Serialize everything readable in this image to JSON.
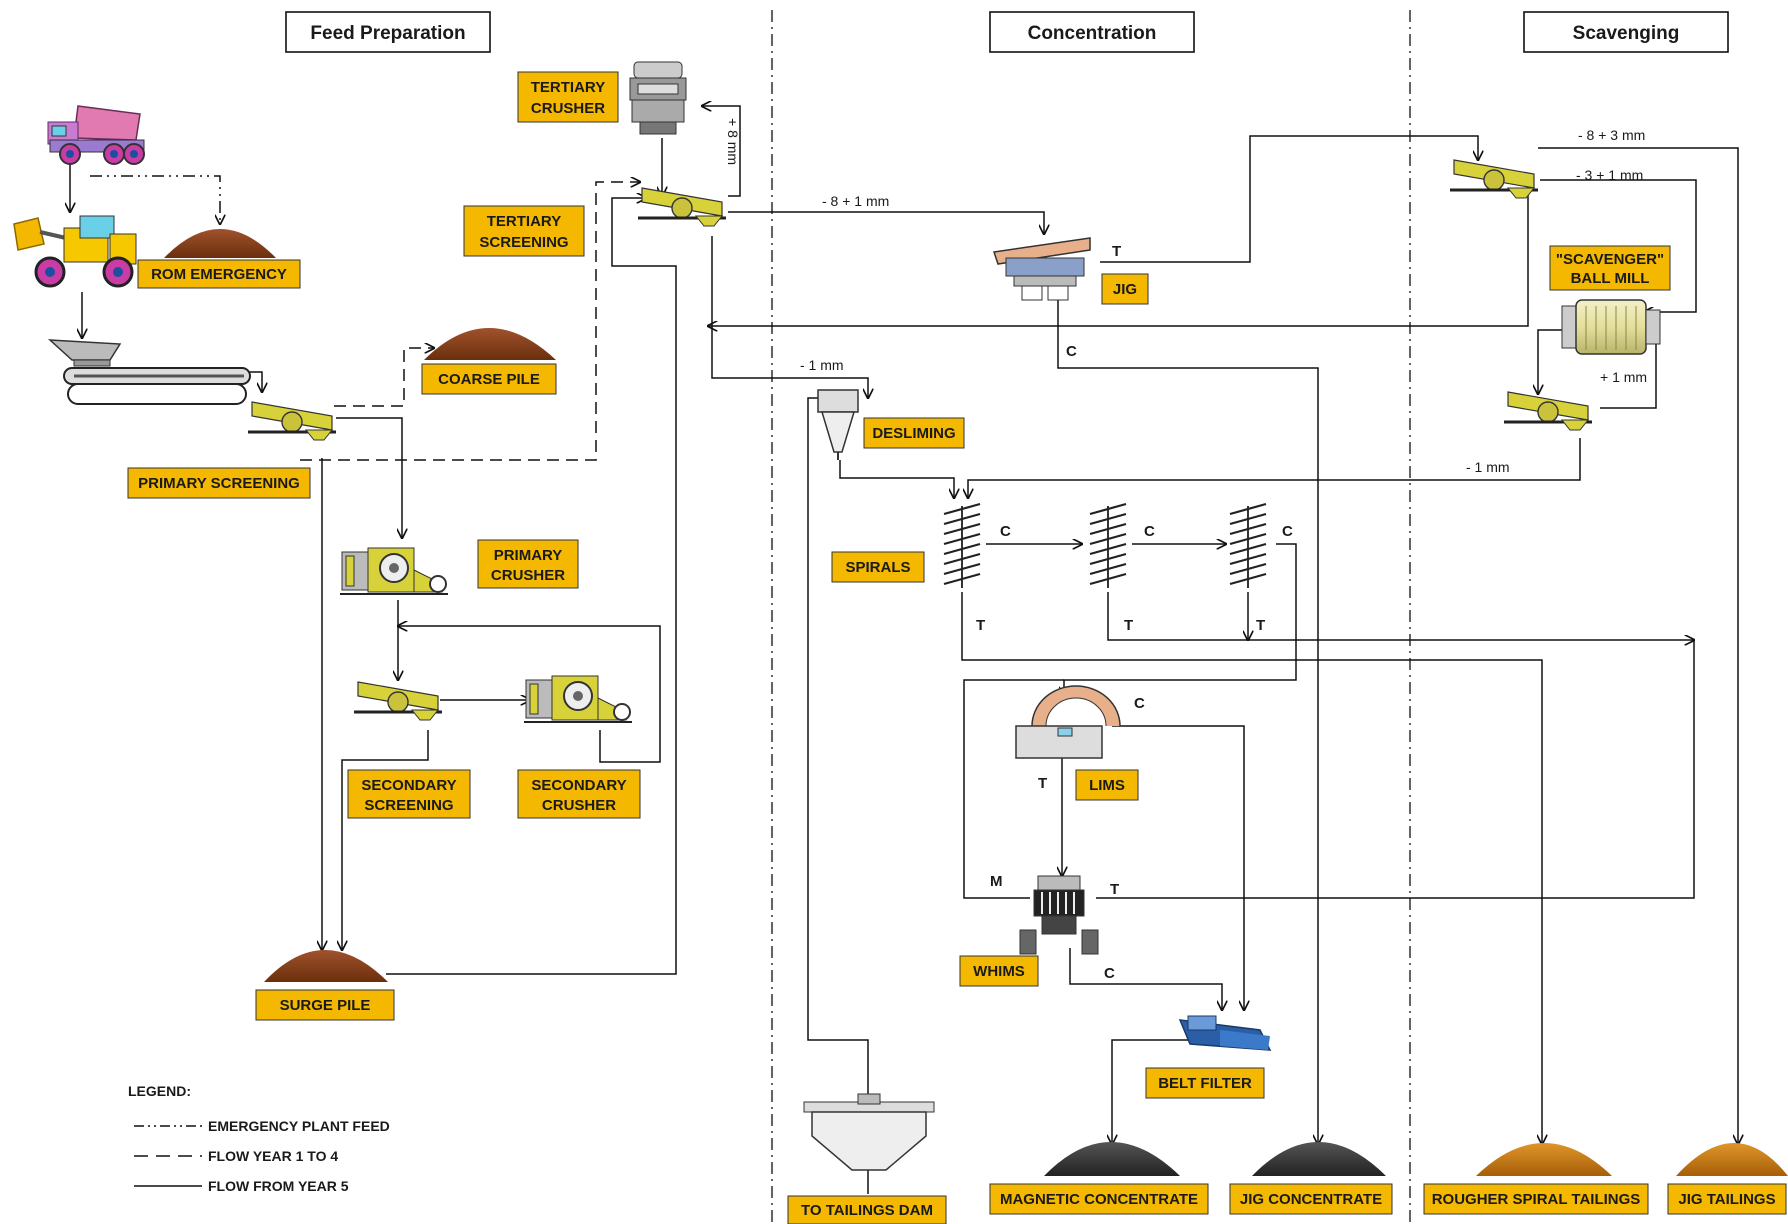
{
  "sections": {
    "feed_preparation": "Feed Preparation",
    "concentration": "Concentration",
    "scavenging": "Scavenging"
  },
  "labels": {
    "rom_emergency": "ROM EMERGENCY",
    "coarse_pile": "COARSE PILE",
    "primary_screening": "PRIMARY SCREENING",
    "primary_crusher_1": "PRIMARY",
    "primary_crusher_2": "CRUSHER",
    "secondary_screening_1": "SECONDARY",
    "secondary_screening_2": "SCREENING",
    "secondary_crusher_1": "SECONDARY",
    "secondary_crusher_2": "CRUSHER",
    "surge_pile": "SURGE PILE",
    "tertiary_crusher_1": "TERTIARY",
    "tertiary_crusher_2": "CRUSHER",
    "tertiary_screening_1": "TERTIARY",
    "tertiary_screening_2": "SCREENING",
    "jig": "JIG",
    "desliming": "DESLIMING",
    "spirals": "SPIRALS",
    "lims": "LIMS",
    "whims": "WHIMS",
    "belt_filter": "BELT FILTER",
    "tailings_dam": "TO TAILINGS DAM",
    "magnetic_concentrate": "MAGNETIC CONCENTRATE",
    "jig_concentrate": "JIG CONCENTRATE",
    "rougher_spiral_tailings": "ROUGHER SPIRAL TAILINGS",
    "jig_tailings": "JIG TAILINGS",
    "scavenger_ball_mill_1": "\"SCAVENGER\"",
    "scavenger_ball_mill_2": "BALL MILL"
  },
  "flow_labels": {
    "plus_8mm": "+ 8 mm",
    "minus8_plus1": "- 8 + 1 mm",
    "minus1_desliming": "- 1 mm",
    "minus8_plus3": "- 8 + 3 mm",
    "minus3_plus1": "- 3 + 1 mm",
    "plus1": "+ 1 mm",
    "minus1_scav": "- 1 mm"
  },
  "stream_tags": {
    "jig_T": "T",
    "jig_C": "C",
    "spiral1_C": "C",
    "spiral2_C": "C",
    "spiral3_C": "C",
    "spiral1_T": "T",
    "spiral2_T": "T",
    "spiral3_T": "T",
    "lims_C": "C",
    "lims_T": "T",
    "whims_M": "M",
    "whims_T": "T",
    "whims_C": "C"
  },
  "legend": {
    "title": "LEGEND:",
    "emergency": "EMERGENCY PLANT FEED",
    "year1to4": "FLOW YEAR 1 TO 4",
    "year5": "FLOW FROM YEAR 5"
  },
  "colors": {
    "label_fill": "#f5b800",
    "equipment_yellow": "#d8d23a",
    "pile_brown": "#8b4513",
    "pile_dark": "#333333",
    "pile_orange": "#c87510",
    "line": "#111111"
  }
}
